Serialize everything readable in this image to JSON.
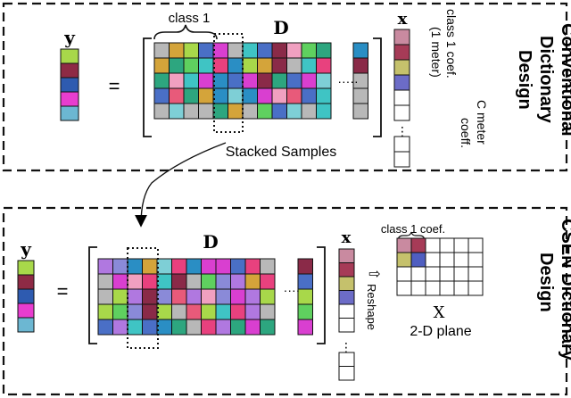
{
  "top_panel": {
    "vector_y_label": "y",
    "equals": "=",
    "dictionary_label": "D",
    "class_brace_label": "class 1",
    "stacked_samples_label": "Stacked Samples",
    "vector_x_label": "x",
    "class_coef_label_line1": "class 1 coef.",
    "class_coef_label_line2": "(1 meter)",
    "c_meter_label_line1": "C meter",
    "c_meter_label_line2": "coeff.",
    "title_line1": "Conventional",
    "title_line2": "Dictionary",
    "title_line3": "Design"
  },
  "bottom_panel": {
    "vector_y_label": "y",
    "equals": "=",
    "dictionary_label": "D",
    "vector_x_label": "x",
    "reshape_label": "Reshape",
    "reshape_arrow": "⇨",
    "plane_coef_label": "class 1 coef.",
    "plane_X_label": "X",
    "plane_caption": "2-D plane",
    "title_line1": "CSEN Dictionary",
    "title_line2": "Design"
  },
  "colors": {
    "y_vector": [
      "#a8d84a",
      "#8e2a45",
      "#2e5bb0",
      "#e83dcf",
      "#6cb7d2"
    ],
    "x_vector_class": [
      "#c98aa0",
      "#a63b57",
      "#c5c16c",
      "#6c6cc7"
    ],
    "plane_class": [
      "#c98aa0",
      "#a63b57",
      "#c5c16c",
      "#4f5ec0"
    ],
    "palette": [
      "#e8417e",
      "#2da67f",
      "#d93fd0",
      "#4a6fc6",
      "#a8d84a",
      "#8a2a48",
      "#7ecfd6",
      "#b8b8b8",
      "#d4a43a",
      "#e85a7a",
      "#3fc4c4",
      "#8a8ad8",
      "#5fd05f",
      "#b078e0",
      "#f0a0c0",
      "#2a8ec4"
    ]
  }
}
